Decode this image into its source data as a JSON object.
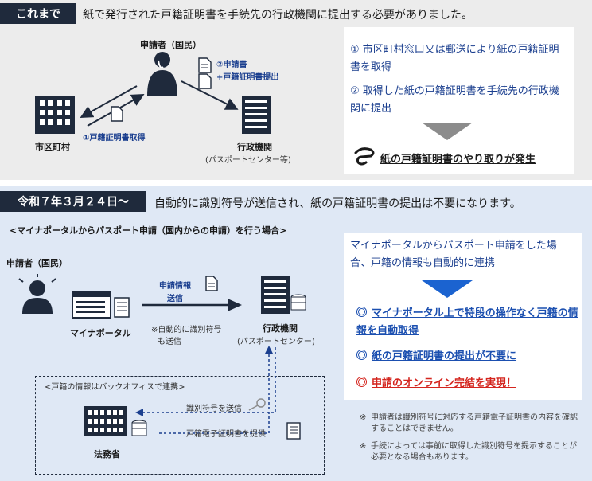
{
  "before": {
    "tag": "これまで",
    "headline": "紙で発行された戸籍証明書を手続先の行政機関に提出する必要がありました。",
    "applicant_label": "申請者（国民）",
    "city_label": "市区町村",
    "agency_label": "行政機関",
    "agency_sub": "(パスポートセンター等)",
    "flow_step1": "①戸籍証明書取得",
    "flow_step2_line1": "②申請書",
    "flow_step2_line2": "+戸籍証明書提出",
    "steps": [
      "① 市区町村窓口又は郵送により紙の戸籍証明書を取得",
      "② 取得した紙の戸籍証明書を手続先の行政機関に提出"
    ],
    "result": "紙の戸籍証明書のやり取りが発生"
  },
  "after": {
    "tag": "令和７年３月２４日〜",
    "headline": "自動的に識別符号が送信され、紙の戸籍証明書の提出は不要になります。",
    "subheading": "<マイナポータルからパスポート申請（国内からの申請）を行う場合>",
    "applicant_label": "申請者（国民）",
    "portal_label": "マイナポータル",
    "send_label_1": "申請情報",
    "send_label_2": "送信",
    "auto_note_1": "※自動的に識別符号",
    "auto_note_2": "も送信",
    "agency_label": "行政機関",
    "agency_sub": "(パスポートセンター)",
    "backoffice_label": "<戸籍の情報はバックオフィスで連携>",
    "id_send_label": "識別符号を送信",
    "cert_provide_label": "戸籍電子証明書を提供",
    "ministry_label": "法務省",
    "summary": "マイナポータルからパスポート申請をした場合、戸籍の情報も自動的に連携",
    "benefits": [
      "マイナポータル上で特段の操作なく戸籍の情報を自動取得",
      "紙の戸籍証明書の提出が不要に"
    ],
    "benefit_highlight": "申請のオンライン完結を実現！",
    "notes": [
      "申請者は識別符号に対応する戸籍電子証明書の内容を確認することはできません。",
      "手続によっては事前に取得した識別符号を提示することが必要となる場合もあります。"
    ],
    "note_mark": "※"
  },
  "colors": {
    "navy": "#1f2a3c",
    "accent_blue": "#1b4fb0",
    "text_blue": "#1b3f8f",
    "red": "#d4251e",
    "before_bg": "#ececec",
    "after_bg": "#dfe8f5"
  },
  "icons": [
    "person-icon",
    "document-icon",
    "building-icon",
    "portal-window-icon",
    "server-icon",
    "key-icon",
    "list-document-icon",
    "result-hand-icon"
  ]
}
